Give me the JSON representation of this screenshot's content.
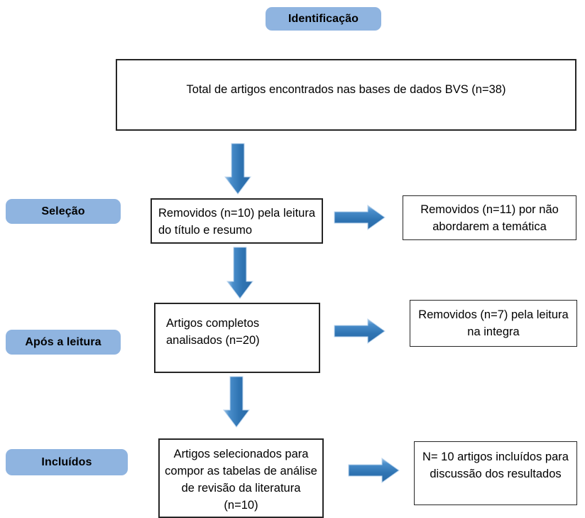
{
  "diagram": {
    "title": "Fluxograma de selecao de artigos (PRISMA)",
    "language": "pt-BR",
    "colors": {
      "pill_background": "#8fb4e0",
      "box_border": "#262626",
      "box_background": "#ffffff",
      "arrow_light": "#5b9bd5",
      "arrow_dark": "#2e6ca4",
      "text": "#000000",
      "page_background": "#ffffff"
    },
    "stages": [
      {
        "id": "identificacao",
        "label": "Identificação"
      },
      {
        "id": "selecao",
        "label": "Seleção"
      },
      {
        "id": "apos-a-leitura",
        "label": "Após a leitura"
      },
      {
        "id": "incluidos",
        "label": "Incluídos"
      }
    ],
    "boxes": [
      {
        "id": "total-encontrados",
        "stage": "identificacao",
        "text": "Total de artigos encontrados nas bases de dados BVS (n=38)",
        "count": 38,
        "align": "center"
      },
      {
        "id": "removidos-titulo-resumo",
        "stage": "selecao",
        "text": "Removidos (n=10) pela leitura do título e resumo",
        "count": 10,
        "align": "justify"
      },
      {
        "id": "removidos-tematica",
        "stage": "selecao",
        "text": "Removidos (n=11) por não abordarem a temática",
        "count": 11,
        "align": "center"
      },
      {
        "id": "artigos-completos",
        "stage": "apos-a-leitura",
        "text": "Artigos completos analisados (n=20)",
        "count": 20,
        "align": "left"
      },
      {
        "id": "removidos-integra",
        "stage": "apos-a-leitura",
        "text": "Removidos (n=7) pela leitura na integra",
        "count": 7,
        "align": "center"
      },
      {
        "id": "artigos-selecionados",
        "stage": "incluidos",
        "text": "Artigos selecionados para compor as tabelas de análise de revisão da literatura (n=10)",
        "count": 10,
        "align": "center"
      },
      {
        "id": "artigos-incluidos-discussao",
        "stage": "incluidos",
        "text": "N= 10 artigos incluídos para discussão dos resultados",
        "count": 10,
        "align": "center"
      }
    ],
    "arrows": [
      {
        "id": "down-1",
        "direction": "down",
        "from": "total-encontrados",
        "to": "removidos-titulo-resumo"
      },
      {
        "id": "right-1",
        "direction": "right",
        "from": "removidos-titulo-resumo",
        "to": "removidos-tematica"
      },
      {
        "id": "down-2",
        "direction": "down",
        "from": "removidos-titulo-resumo",
        "to": "artigos-completos"
      },
      {
        "id": "right-2",
        "direction": "right",
        "from": "artigos-completos",
        "to": "removidos-integra"
      },
      {
        "id": "down-3",
        "direction": "down",
        "from": "artigos-completos",
        "to": "artigos-selecionados"
      },
      {
        "id": "right-3",
        "direction": "right",
        "from": "artigos-selecionados",
        "to": "artigos-incluidos-discussao"
      }
    ]
  }
}
